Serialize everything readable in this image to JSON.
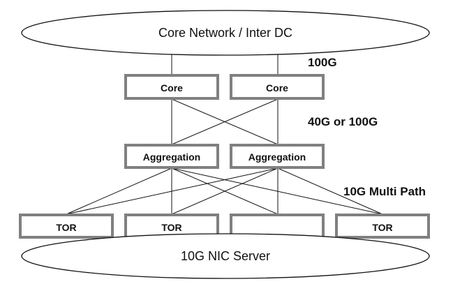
{
  "core_network": {
    "label": "Core Network / Inter DC"
  },
  "server_cloud": {
    "label": "10G NIC Server"
  },
  "speeds": {
    "core_uplink": "100G",
    "core_to_aggregation": "40G or 100G",
    "aggregation_to_tor": "10G Multi Path"
  },
  "core_switches": [
    {
      "label": "Core"
    },
    {
      "label": "Core"
    }
  ],
  "aggregation_switches": [
    {
      "label": "Aggregation"
    },
    {
      "label": "Aggregation"
    }
  ],
  "tor_switches": [
    {
      "label": "TOR"
    },
    {
      "label": "TOR"
    },
    {
      "label": ""
    },
    {
      "label": "TOR"
    }
  ],
  "colors": {
    "box_border": "#808080",
    "line": "#111111",
    "background": "#ffffff"
  }
}
